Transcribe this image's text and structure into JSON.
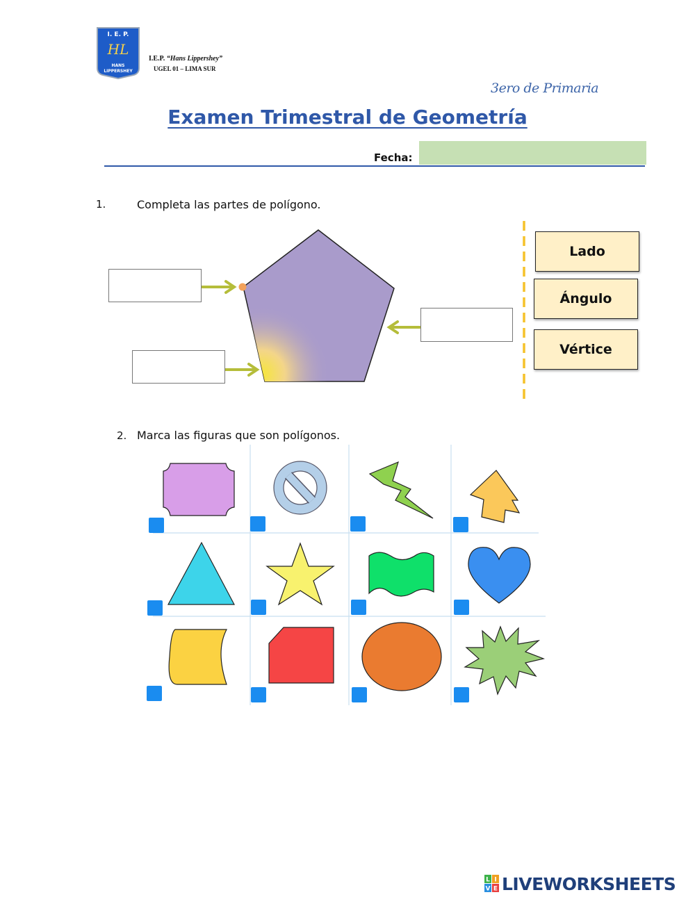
{
  "header": {
    "logo_text": [
      "I. E. P.",
      "HL",
      "HANS",
      "LIPPERSHEY"
    ],
    "school_prefix": "I.E.P.",
    "school_name": "“Hans Lippershey”",
    "ugel": "UGEL 01 – LIMA SUR",
    "grade": "3ero de Primaria",
    "title": "Examen Trimestral de Geometría",
    "date_label": "Fecha:",
    "date_value": ""
  },
  "question1": {
    "number": "1.",
    "text": "Completa las partes de polígono.",
    "word_bank": [
      "Lado",
      "Ángulo",
      "Vértice"
    ]
  },
  "question2": {
    "number": "2.",
    "text": "Marca las figuras que son polígonos.",
    "shapes": [
      {
        "name": "lavender-notched-rectangle",
        "color": "#d89ee8"
      },
      {
        "name": "prohibition-sign",
        "color": "#b4cfe8"
      },
      {
        "name": "lightning-bolt",
        "color": "#8fd14f"
      },
      {
        "name": "arrow-house",
        "color": "#fbc85a"
      },
      {
        "name": "triangle",
        "color": "#3dd4ea"
      },
      {
        "name": "star",
        "color": "#f8f26e"
      },
      {
        "name": "wave-flag",
        "color": "#0fe06a"
      },
      {
        "name": "heart",
        "color": "#3a8ff0"
      },
      {
        "name": "curved-shape",
        "color": "#fbd242"
      },
      {
        "name": "cut-corner-square",
        "color": "#f54545"
      },
      {
        "name": "circle",
        "color": "#ea7b30"
      },
      {
        "name": "starburst",
        "color": "#9bcf78"
      }
    ]
  },
  "footer": {
    "brand": "LIVEWORKSHEETS",
    "brand_icon_letters": [
      "L",
      "I",
      "V",
      "E"
    ]
  },
  "colors": {
    "title_blue": "#2f58a8",
    "date_field": "#c6e0b4",
    "tile_fill": "#fff0c8",
    "checkbox": "#1a8cf0",
    "pentagon": "#a99bcb",
    "arrow": "#b5bd3a"
  }
}
